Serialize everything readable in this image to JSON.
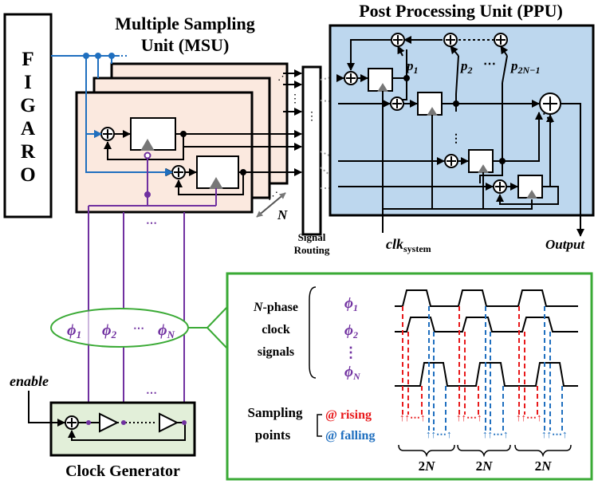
{
  "figaro": {
    "letters": [
      "F",
      "I",
      "G",
      "A",
      "R",
      "O"
    ]
  },
  "msu": {
    "title_line1": "Multiple Sampling",
    "title_line2": "Unit (MSU)",
    "n_label": "N"
  },
  "ppu": {
    "title": "Post Processing Unit (PPU)",
    "p1": "p",
    "p1_sub": "1",
    "p2": "p",
    "p2_sub": "2",
    "pn": "p",
    "pn_sub": "2N−1",
    "dots": "⋯"
  },
  "routing": {
    "line1": "Signal",
    "line2": "Routing"
  },
  "clk": {
    "label": "clk",
    "sub": "system"
  },
  "output": {
    "label": "Output"
  },
  "phases": {
    "phi": "ϕ",
    "sub1": "1",
    "sub2": "2",
    "subN": "N",
    "dots": "⋯"
  },
  "vertical_dots": "⋯",
  "clockgen": {
    "label": "Clock Generator",
    "enable": "enable",
    "dots": "⋯"
  },
  "inset": {
    "nphase_1": "N",
    "nphase_2": "-phase",
    "clock": "clock",
    "signals": "signals",
    "phi": "ϕ",
    "sub1": "1",
    "sub2": "2",
    "subN": "N",
    "vdots": "⋮",
    "sampling": "Sampling",
    "points": "points",
    "rising": "@ rising",
    "falling": "@ falling",
    "arrows_rise": "↑↑⋯↑",
    "arrows_fall": "↑↑⋯↑",
    "span": "2",
    "span_n": "N"
  },
  "colors": {
    "blue": "#1f6fbf",
    "purple": "#7030a0",
    "red": "#e8191b",
    "green": "#3aaa35",
    "ppu_fill": "#bdd7ee",
    "msu_fill": "#fbe9df",
    "cg_fill": "#e2efd9"
  }
}
